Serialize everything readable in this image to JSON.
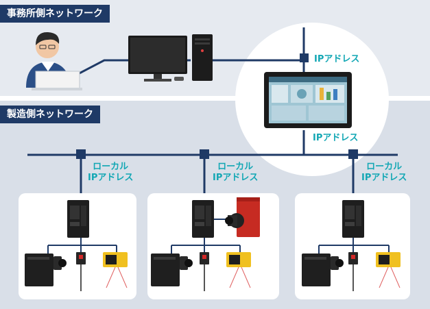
{
  "office_network": {
    "title": "事務所側ネットワーク"
  },
  "factory_network": {
    "title": "製造側ネットワーク"
  },
  "hmi_ip_labels": [
    "IPアドレス",
    "IPアドレス"
  ],
  "local_ip": {
    "line1": "ローカル",
    "line2": "IPアドレス"
  },
  "colors": {
    "navy": "#1f3a66",
    "cyan_text": "#12a7b4",
    "background": "#dfe4ec"
  }
}
